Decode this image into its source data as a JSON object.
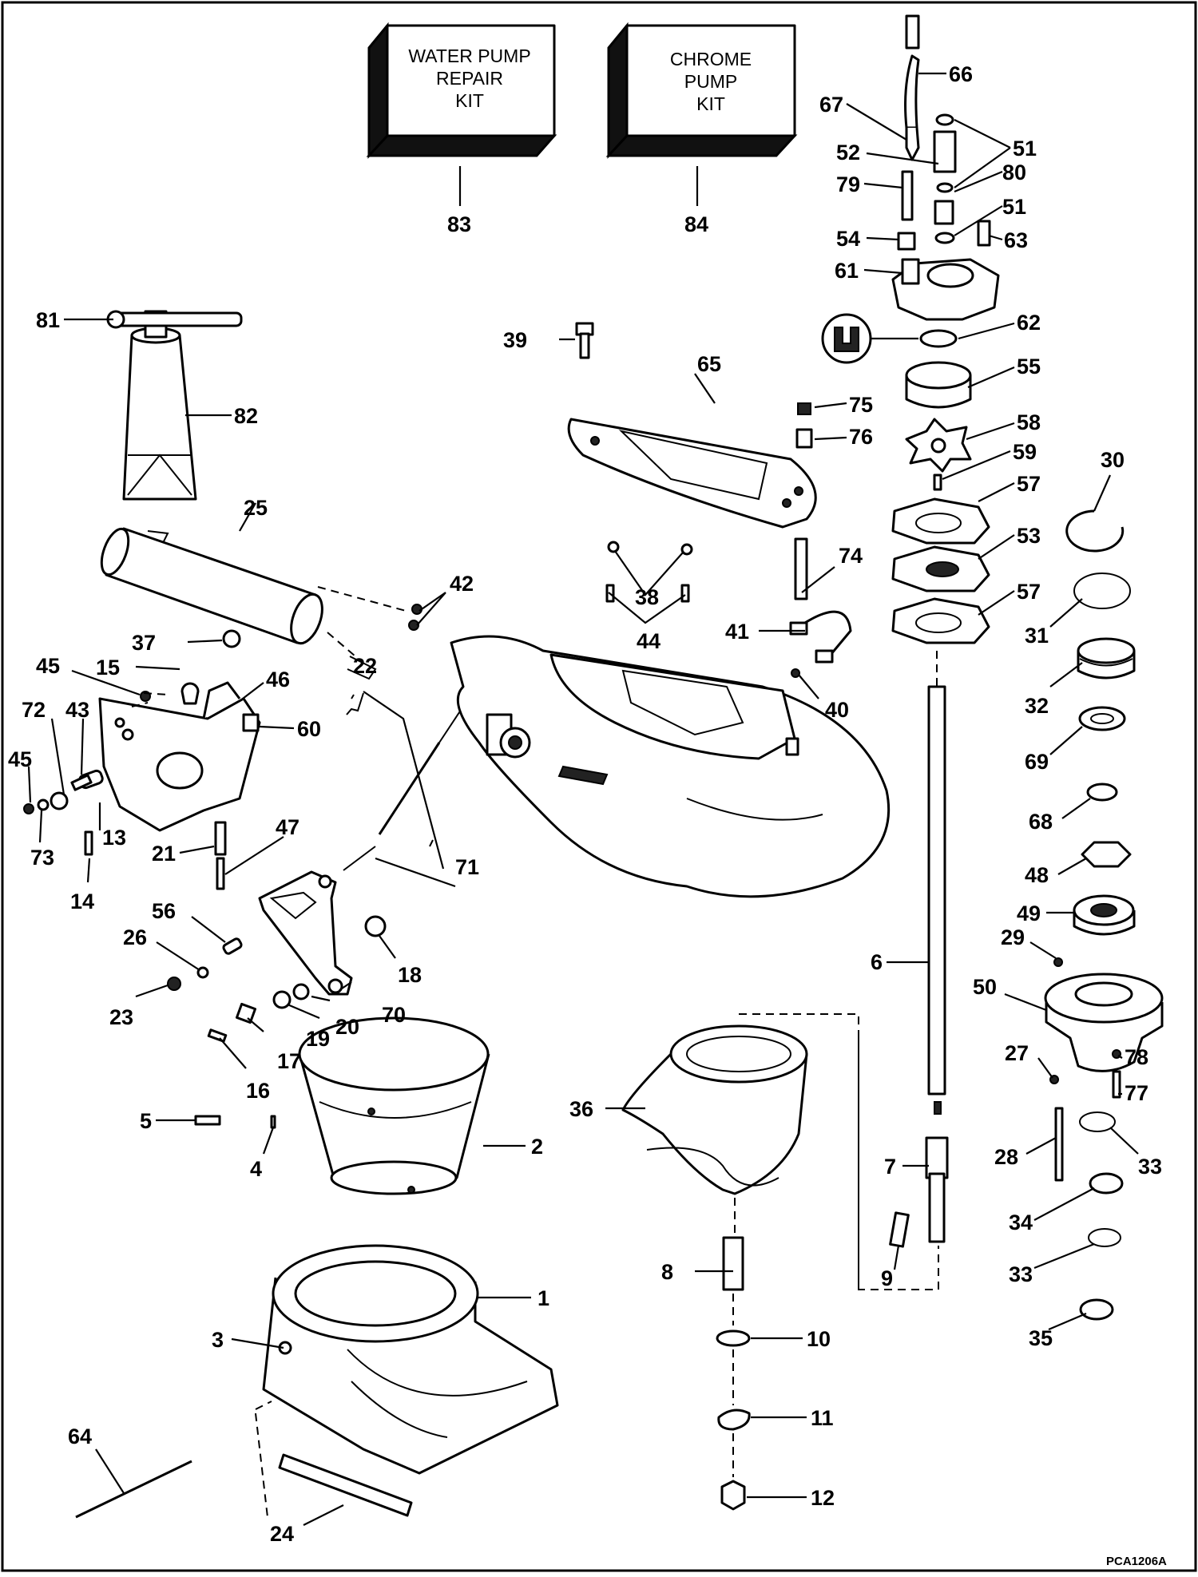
{
  "diagram": {
    "figure_code": "PCA1206A",
    "kits": {
      "water_pump": {
        "lines": [
          "WATER PUMP",
          "REPAIR",
          "KIT"
        ],
        "number": "83"
      },
      "chrome_pump": {
        "lines": [
          "CHROME",
          "PUMP",
          "KIT"
        ],
        "number": "84"
      }
    },
    "callouts": {
      "c1": "1",
      "c2": "2",
      "c3": "3",
      "c4": "4",
      "c5": "5",
      "c6": "6",
      "c7": "7",
      "c8": "8",
      "c9": "9",
      "c10": "10",
      "c11": "11",
      "c12": "12",
      "c13": "13",
      "c14": "14",
      "c15": "15",
      "c16": "16",
      "c17": "17",
      "c18": "18",
      "c19": "19",
      "c20": "20",
      "c21": "21",
      "c22": "22",
      "c23": "23",
      "c24": "24",
      "c25": "25",
      "c26": "26",
      "c27": "27",
      "c28": "28",
      "c29": "29",
      "c30": "30",
      "c31": "31",
      "c32": "32",
      "c33a": "33",
      "c33b": "33",
      "c34": "34",
      "c35": "35",
      "c36": "36",
      "c37": "37",
      "c38": "38",
      "c39": "39",
      "c40": "40",
      "c41": "41",
      "c42": "42",
      "c43": "43",
      "c44": "44",
      "c45a": "45",
      "c45b": "45",
      "c46": "46",
      "c47": "47",
      "c48": "48",
      "c49": "49",
      "c50": "50",
      "c51a": "51",
      "c51b": "51",
      "c52": "52",
      "c53": "53",
      "c54": "54",
      "c55": "55",
      "c56": "56",
      "c57a": "57",
      "c57b": "57",
      "c58": "58",
      "c59": "59",
      "c60": "60",
      "c61": "61",
      "c62": "62",
      "c63": "63",
      "c64": "64",
      "c65": "65",
      "c66": "66",
      "c67": "67",
      "c68": "68",
      "c69": "69",
      "c70": "70",
      "c71": "71",
      "c72": "72",
      "c73": "73",
      "c74": "74",
      "c75": "75",
      "c76": "76",
      "c77": "77",
      "c78": "78",
      "c79": "79",
      "c80": "80",
      "c81": "81",
      "c82": "82"
    }
  }
}
